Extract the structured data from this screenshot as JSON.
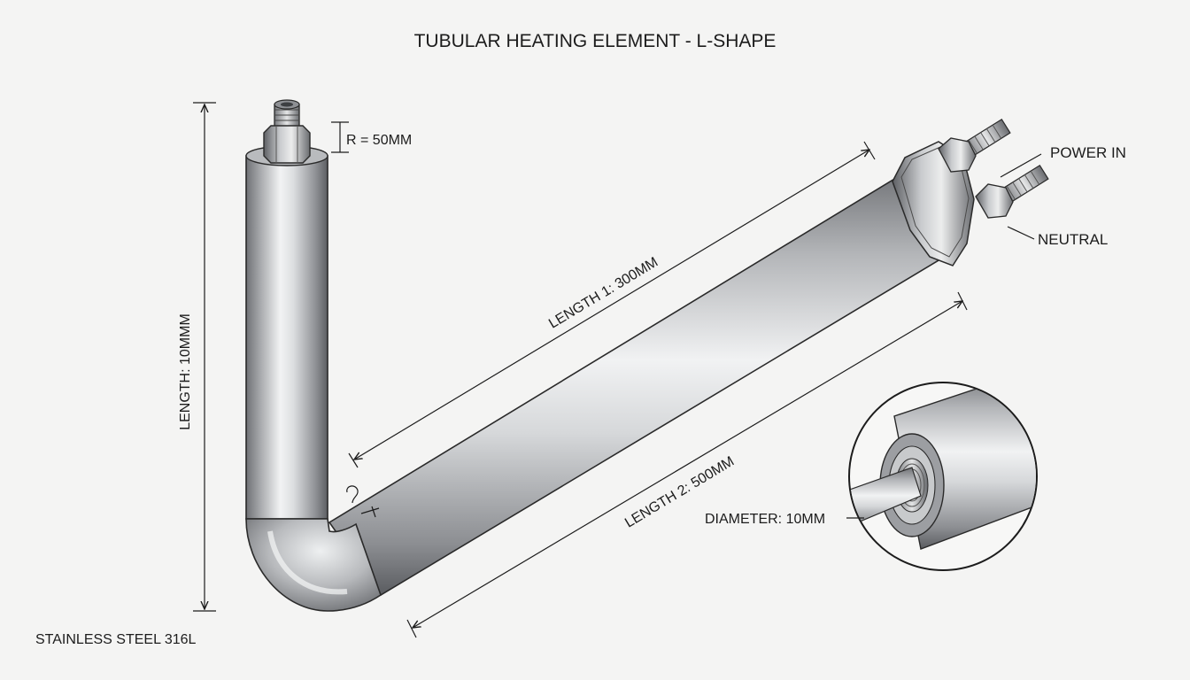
{
  "title": "TUBULAR HEATING ELEMENT - L-SHAPE",
  "labels": {
    "radius": "R = 50MM",
    "power_in": "POWER IN",
    "neutral": "NEUTRAL",
    "length_1": "LENGTH 1: 300MM",
    "length_2": "LENGTH 2: 500MM",
    "length_vertical": "LENGTH: 10MMM",
    "diameter": "DIAMETER: 10MM",
    "material": "STAINLESS STEEL 316L"
  },
  "colors": {
    "background": "#f4f4f3",
    "line": "#1c1c1c",
    "metal_dark": "#6f7175",
    "metal_light": "#f2f3f4"
  }
}
